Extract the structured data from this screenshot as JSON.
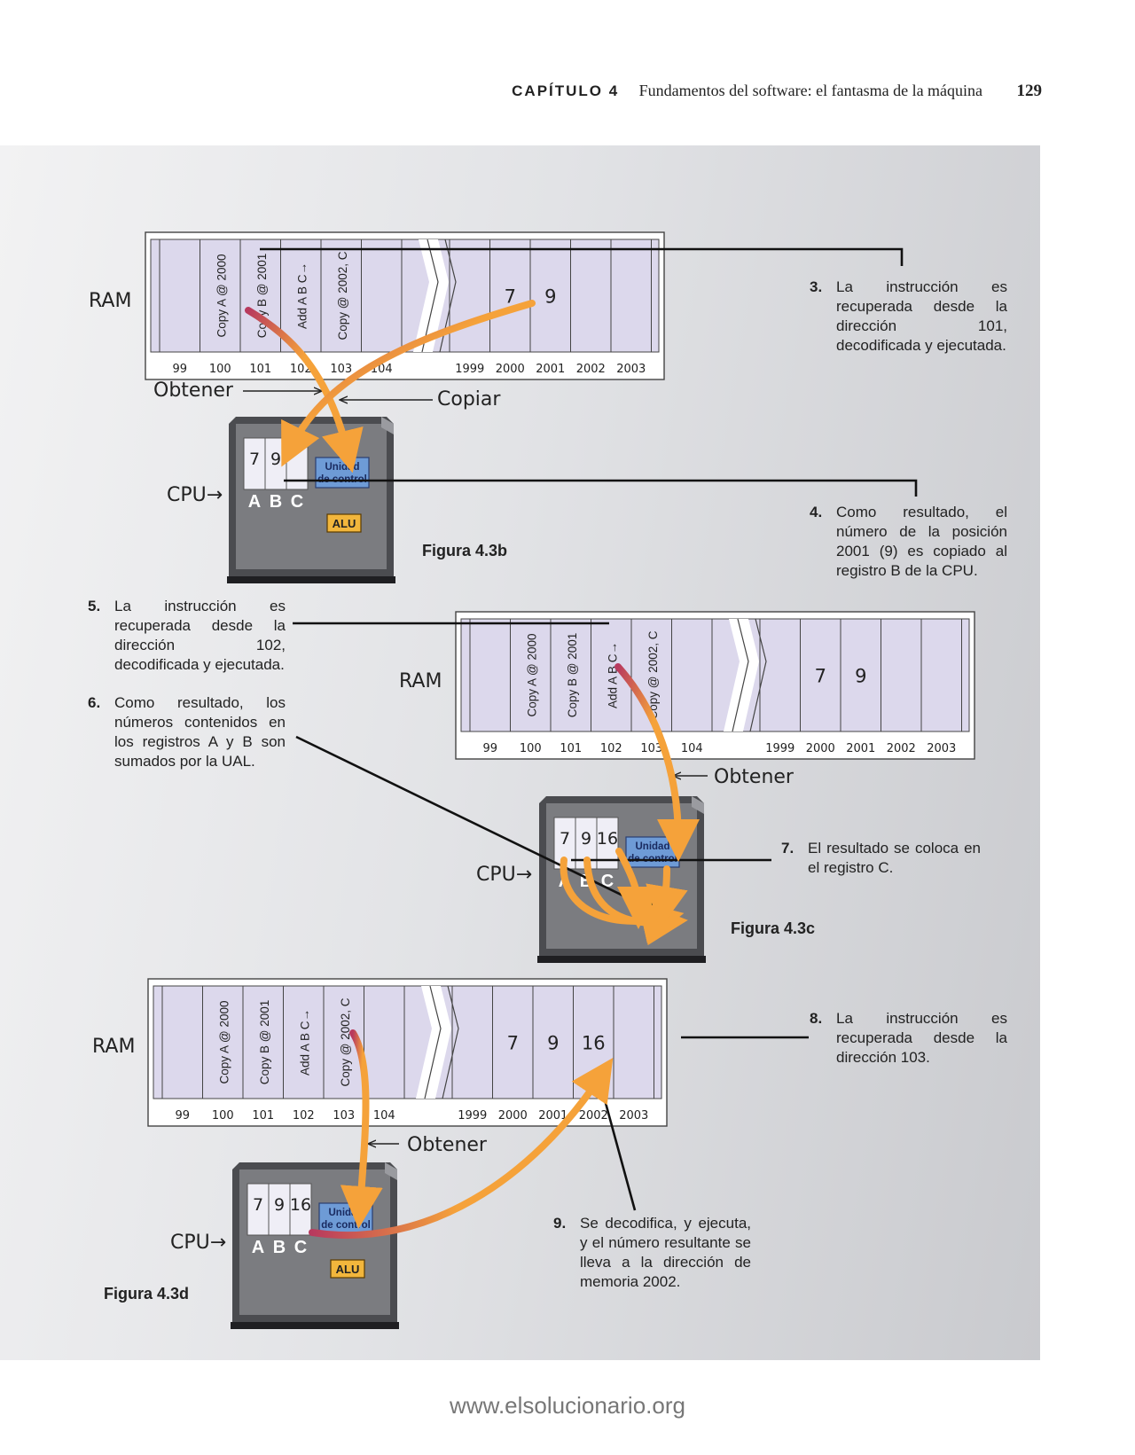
{
  "header": {
    "chapter": "CAPÍTULO 4",
    "title": "Fundamentos del software: el fantasma de la máquina",
    "page_number": "129"
  },
  "labels": {
    "ram": "RAM",
    "cpu": "CPU",
    "obtain": "Obtener",
    "copy": "Copiar",
    "control_unit_1": "Unidad",
    "control_unit_2": "de control",
    "alu": "ALU",
    "reg_a": "A",
    "reg_b": "B",
    "reg_c": "C"
  },
  "ram_addresses": [
    "99",
    "100",
    "101",
    "102",
    "103",
    "104",
    "1999",
    "2000",
    "2001",
    "2002",
    "2003"
  ],
  "ram_instructions": [
    "Copy A @ 2000",
    "Copy B @ 2001",
    "Add A B  C→",
    "Copy @ 2002, C"
  ],
  "figures": {
    "b": {
      "caption": "Figura 4.3b",
      "ram_values": [
        "7",
        "9",
        "",
        ""
      ],
      "registers": [
        "7",
        "9",
        ""
      ]
    },
    "c": {
      "caption": "Figura 4.3c",
      "ram_values": [
        "7",
        "9",
        "",
        ""
      ],
      "registers": [
        "7",
        "9",
        "16"
      ]
    },
    "d": {
      "caption": "Figura 4.3d",
      "ram_values": [
        "7",
        "9",
        "16",
        ""
      ],
      "registers": [
        "7",
        "9",
        "16"
      ]
    }
  },
  "notes": [
    {
      "num": "3.",
      "text": "La instrucción es recuperada desde la dirección 101, decodificada y ejecutada."
    },
    {
      "num": "4.",
      "text": "Como resultado, el número de la posición 2001 (9) es copiado al registro B de la CPU."
    },
    {
      "num": "5.",
      "text": "La instrucción es recuperada desde la dirección 102, decodificada y ejecutada."
    },
    {
      "num": "6.",
      "text": "Como resultado, los números contenidos en los registros A y B son sumados por la UAL."
    },
    {
      "num": "7.",
      "text": "El resultado se coloca en el registro C."
    },
    {
      "num": "8.",
      "text": "La instrucción es recuperada desde la dirección 103."
    },
    {
      "num": "9.",
      "text": "Se decodifica, y ejecuta, y el número resultante se lleva a la dirección de memoria 2002."
    }
  ],
  "footer": "www.elsolucionario.org",
  "colors": {
    "ram_cell": "#dcd8ec",
    "cpu_body": "#7b7c80",
    "control_unit": "#6e9bd6",
    "alu": "#f2b63c",
    "arrow": "#f5a23a",
    "arrow_dark": "#b83a5e"
  }
}
